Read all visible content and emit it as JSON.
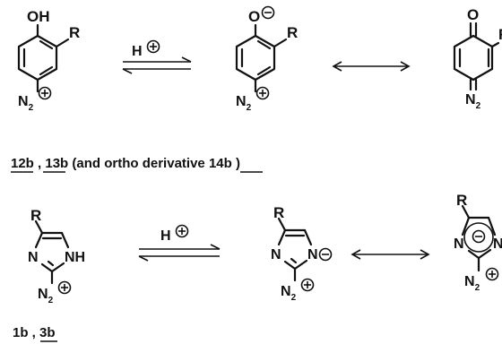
{
  "scheme": {
    "top_row": {
      "reactant": {
        "oh": "OH",
        "r": "R",
        "n2": "N",
        "n2_sub": "2"
      },
      "acid": {
        "h": "H"
      },
      "phenoxide": {
        "o": "O",
        "r": "R",
        "n2": "N",
        "n2_sub": "2"
      },
      "quinone": {
        "o": "O",
        "r": "R",
        "n": "N",
        "n_sub": "2"
      },
      "caption": {
        "c1": "12b",
        "sep1": " , ",
        "c2": "13b",
        "middle": " (and ortho derivative ",
        "c3": "14b",
        "close": " )"
      }
    },
    "bottom_row": {
      "reactant": {
        "r": "R",
        "n": "N",
        "nh": "NH",
        "n2": "N",
        "n2_sub": "2"
      },
      "acid": {
        "h": "H"
      },
      "anion": {
        "r": "R",
        "n": "N",
        "nminus": "N",
        "n2": "N",
        "n2_sub": "2"
      },
      "resonance": {
        "r": "R",
        "n_left": "N",
        "n_right": "N",
        "n2": "N",
        "n2_sub": "2"
      },
      "caption": {
        "c1": "1b",
        "sep": " , ",
        "c2": "3b"
      }
    }
  }
}
